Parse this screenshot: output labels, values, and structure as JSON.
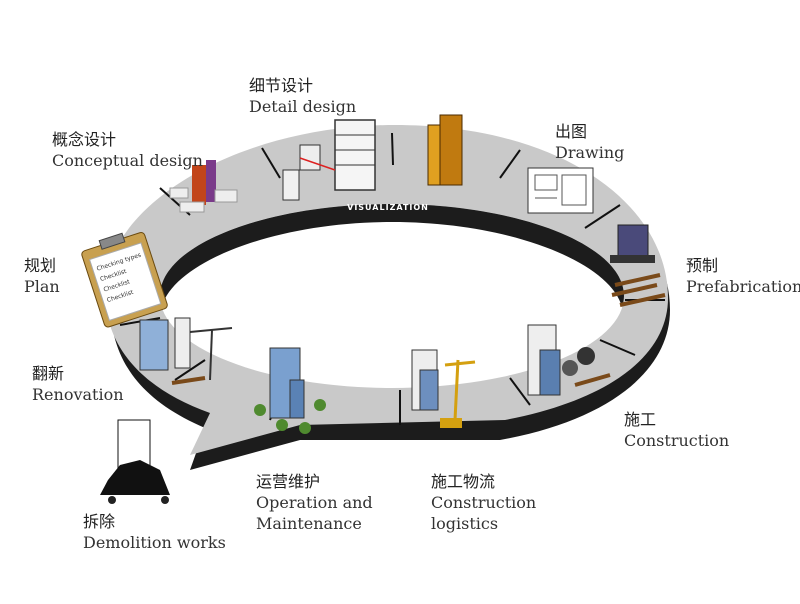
{
  "ring": {
    "band_text": "VISUALIZATION",
    "colors": {
      "top": "#c9c9c9",
      "side": "#1c1c1c",
      "divider": "#111111",
      "label_text": "#ffffff"
    }
  },
  "stages": [
    {
      "zh": "概念设计",
      "en": "Conceptual design"
    },
    {
      "zh": "细节设计",
      "en": "Detail design"
    },
    {
      "zh": "出图",
      "en": "Drawing"
    },
    {
      "zh": "预制",
      "en": "Prefabrication"
    },
    {
      "zh": "施工",
      "en": "Construction"
    },
    {
      "zh": "施工物流",
      "en": "Construction logistics"
    },
    {
      "zh": "运营维护",
      "en": "Operation and Maintenance"
    },
    {
      "zh": "拆除",
      "en": "Demolition works"
    },
    {
      "zh": "翻新",
      "en": "Renovation"
    },
    {
      "zh": "规划",
      "en": "Plan"
    }
  ],
  "clipboard": {
    "lines": [
      "Checking types",
      "Checklist",
      "Checklist",
      "Checklist"
    ]
  },
  "icons": [
    "conceptual-models-icon",
    "detail-design-building-icon",
    "drawing-sheet-icon",
    "prefabrication-machine-icon",
    "construction-tower-icon",
    "crane-logistics-icon",
    "operation-building-icon",
    "demolition-rubble-icon",
    "renovation-crane-icon",
    "plan-clipboard-icon",
    "visualization-building-icon"
  ]
}
